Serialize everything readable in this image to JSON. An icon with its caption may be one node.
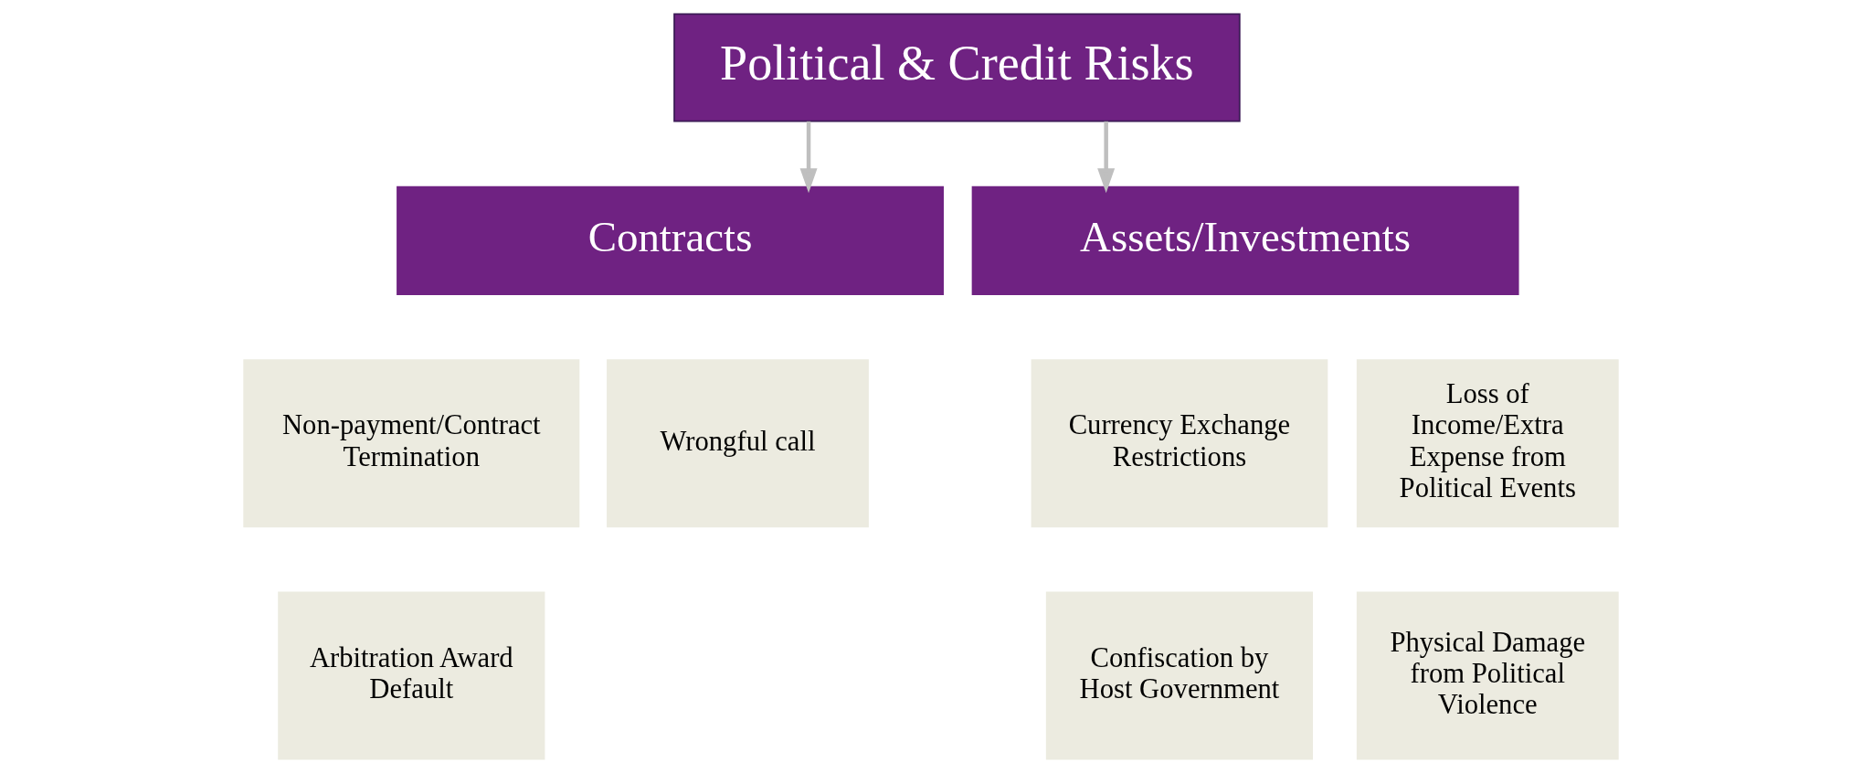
{
  "diagram": {
    "nodes": [
      {
        "text": [
          "Political & Credit Risks"
        ]
      },
      {
        "text": [
          "Contracts"
        ]
      },
      {
        "text": [
          "Assets/Investments"
        ]
      },
      {
        "text": [
          "Non-payment/Contract Termination"
        ]
      },
      {
        "text": [
          "Wrongful call"
        ]
      },
      {
        "text": [
          "Arbitration Award Default"
        ]
      },
      {
        "text": [
          "Currency Exchange Restrictions"
        ]
      },
      {
        "text": [
          "Loss of Income/Extra Expense from Political Events"
        ]
      },
      {
        "text": [
          "Confiscation by Host Government"
        ]
      },
      {
        "text": [
          "Physical Damage from Political Violence"
        ]
      }
    ],
    "edges": [
      {
        "from": 0,
        "to": 1,
        "arrow": "to"
      },
      {
        "from": 0,
        "to": 2,
        "arrow": "to"
      }
    ]
  }
}
